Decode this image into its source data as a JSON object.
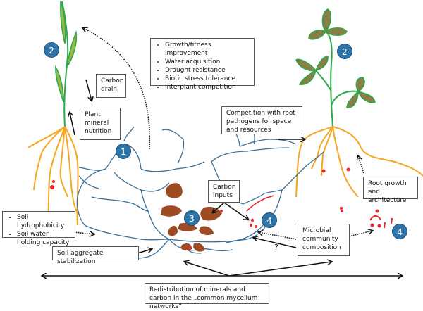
{
  "colors": {
    "leaf_grass": "#9cb948",
    "leaf_clover": "#8a7d45",
    "stem": "#2aa84a",
    "root": "#f5a623",
    "hyphae": "#3a6f96",
    "aggregate": "#9e4a22",
    "microbe": "#e8242c",
    "badge": "#2e74a8"
  },
  "badges": {
    "b1": "1",
    "b2_left": "2",
    "b2_right": "2",
    "b3": "3",
    "b4_center": "4",
    "b4_right": "4"
  },
  "boxes": {
    "benefits": {
      "items": [
        "Growth/fitness improvement",
        "Water acquisition",
        "Drought resistance",
        "Biotic stress tolerance",
        "Interplant competition"
      ]
    },
    "carbon_drain": "Carbon drain",
    "plant_mineral_nutrition": "Plant mineral nutrition",
    "competition": "Competition with root pathogens for space and resources",
    "root_growth": "Root growth and architecture",
    "soil": {
      "items": [
        "Soil hydrophobicity",
        "Soil water holding capacity"
      ]
    },
    "carbon_inputs": "Carbon inputs",
    "microbial": "Microbial community composition",
    "aggregate": "Soil aggregate stabilization",
    "redistribution": "Redistribution of minerals and carbon in the „common mycelium networks”"
  },
  "question_mark": "?"
}
